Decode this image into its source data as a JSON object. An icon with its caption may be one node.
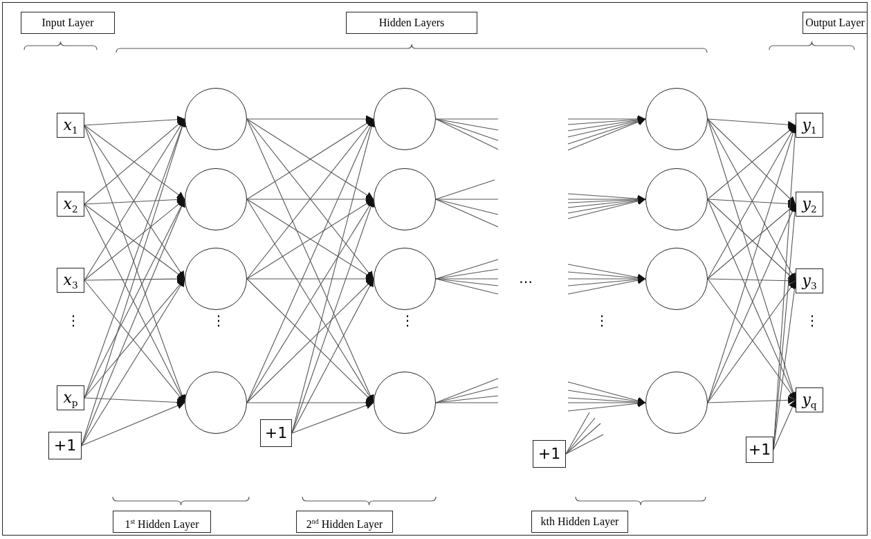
{
  "diagram": {
    "nodes": [
      {
        "text": [
          "Input Layer"
        ]
      },
      {
        "text": [
          "Hidden Layers"
        ]
      },
      {
        "text": [
          "Output Layer"
        ]
      },
      {
        "text": [
          "*x*$_{1}$"
        ]
      },
      {
        "text": [
          "*x*$_{2}$"
        ]
      },
      {
        "text": [
          "*x*$_{3}$"
        ]
      },
      {
        "text": [
          "*x*$_{p}$"
        ]
      },
      {
        "text": [
          "+1"
        ]
      },
      {
        "text": [],
        "shape": "circle"
      },
      {
        "text": [],
        "shape": "circle"
      },
      {
        "text": [],
        "shape": "circle"
      },
      {
        "text": [],
        "shape": "circle"
      },
      {
        "text": [
          "+1"
        ]
      },
      {
        "text": [],
        "shape": "circle"
      },
      {
        "text": [],
        "shape": "circle"
      },
      {
        "text": [],
        "shape": "circle"
      },
      {
        "text": [],
        "shape": "circle"
      },
      {
        "text": [
          "+1"
        ]
      },
      {
        "text": [],
        "shape": "circle"
      },
      {
        "text": [],
        "shape": "circle"
      },
      {
        "text": [],
        "shape": "circle"
      },
      {
        "text": [],
        "shape": "circle"
      },
      {
        "text": [
          "*y*$_{1}$"
        ]
      },
      {
        "text": [
          "*y*$_{2}$"
        ]
      },
      {
        "text": [
          "*y*$_{3}$"
        ]
      },
      {
        "text": [
          "*y*$_{q}$"
        ]
      },
      {
        "text": [
          "+1"
        ]
      },
      {
        "text": [
          "1$^{st}$ Hidden Layer"
        ]
      },
      {
        "text": [
          "2$^{nd}$ Hidden Layer"
        ]
      },
      {
        "text": [
          "kth Hidden Layer"
        ]
      }
    ],
    "edges": [
      {
        "from": 3,
        "to": 8,
        "arrow": "to"
      },
      {
        "from": 3,
        "to": 9,
        "arrow": "to"
      },
      {
        "from": 3,
        "to": 10,
        "arrow": "to"
      },
      {
        "from": 3,
        "to": 11,
        "arrow": "to"
      },
      {
        "from": 4,
        "to": 8,
        "arrow": "to"
      },
      {
        "from": 4,
        "to": 9,
        "arrow": "to"
      },
      {
        "from": 4,
        "to": 10,
        "arrow": "to"
      },
      {
        "from": 4,
        "to": 11,
        "arrow": "to"
      },
      {
        "from": 5,
        "to": 8,
        "arrow": "to"
      },
      {
        "from": 5,
        "to": 9,
        "arrow": "to"
      },
      {
        "from": 5,
        "to": 10,
        "arrow": "to"
      },
      {
        "from": 5,
        "to": 11,
        "arrow": "to"
      },
      {
        "from": 6,
        "to": 8,
        "arrow": "to"
      },
      {
        "from": 6,
        "to": 9,
        "arrow": "to"
      },
      {
        "from": 6,
        "to": 10,
        "arrow": "to"
      },
      {
        "from": 6,
        "to": 11,
        "arrow": "to"
      },
      {
        "from": 7,
        "to": 8,
        "arrow": "to"
      },
      {
        "from": 7,
        "to": 9,
        "arrow": "to"
      },
      {
        "from": 7,
        "to": 10,
        "arrow": "to"
      },
      {
        "from": 7,
        "to": 11,
        "arrow": "to"
      },
      {
        "from": 8,
        "to": 13,
        "arrow": "to"
      },
      {
        "from": 8,
        "to": 14,
        "arrow": "to"
      },
      {
        "from": 8,
        "to": 15,
        "arrow": "to"
      },
      {
        "from": 8,
        "to": 16,
        "arrow": "to"
      },
      {
        "from": 9,
        "to": 13,
        "arrow": "to"
      },
      {
        "from": 9,
        "to": 14,
        "arrow": "to"
      },
      {
        "from": 9,
        "to": 15,
        "arrow": "to"
      },
      {
        "from": 9,
        "to": 16,
        "arrow": "to"
      },
      {
        "from": 10,
        "to": 13,
        "arrow": "to"
      },
      {
        "from": 10,
        "to": 14,
        "arrow": "to"
      },
      {
        "from": 10,
        "to": 15,
        "arrow": "to"
      },
      {
        "from": 10,
        "to": 16,
        "arrow": "to"
      },
      {
        "from": 11,
        "to": 13,
        "arrow": "to"
      },
      {
        "from": 11,
        "to": 14,
        "arrow": "to"
      },
      {
        "from": 11,
        "to": 15,
        "arrow": "to"
      },
      {
        "from": 11,
        "to": 16,
        "arrow": "to"
      },
      {
        "from": 12,
        "to": 13,
        "arrow": "to"
      },
      {
        "from": 12,
        "to": 14,
        "arrow": "to"
      },
      {
        "from": 12,
        "to": 15,
        "arrow": "to"
      },
      {
        "from": 12,
        "to": 16,
        "arrow": "to"
      },
      {
        "from": 13,
        "to": null,
        "arrow": "none"
      },
      {
        "from": 13,
        "to": null,
        "arrow": "none"
      },
      {
        "from": 13,
        "to": null,
        "arrow": "none"
      },
      {
        "from": 13,
        "to": null,
        "arrow": "none"
      },
      {
        "from": 14,
        "to": null,
        "arrow": "none"
      },
      {
        "from": 14,
        "to": null,
        "arrow": "none"
      },
      {
        "from": 14,
        "to": null,
        "arrow": "none"
      },
      {
        "from": 14,
        "to": null,
        "arrow": "none"
      },
      {
        "from": 15,
        "to": null,
        "arrow": "none"
      },
      {
        "from": 15,
        "to": null,
        "arrow": "none"
      },
      {
        "from": 15,
        "to": null,
        "arrow": "none"
      },
      {
        "from": 15,
        "to": null,
        "arrow": "none"
      },
      {
        "from": 15,
        "to": null,
        "arrow": "none"
      },
      {
        "from": 16,
        "to": null,
        "arrow": "none"
      },
      {
        "from": 16,
        "to": null,
        "arrow": "none"
      },
      {
        "from": 16,
        "to": null,
        "arrow": "none"
      },
      {
        "from": 16,
        "to": null,
        "arrow": "none"
      },
      {
        "from": 17,
        "to": null,
        "arrow": "none"
      },
      {
        "from": 17,
        "to": null,
        "arrow": "none"
      },
      {
        "from": 17,
        "to": null,
        "arrow": "none"
      },
      {
        "from": 17,
        "to": null,
        "arrow": "none"
      },
      {
        "from": null,
        "to": 18,
        "arrow": "to"
      },
      {
        "from": null,
        "to": 18,
        "arrow": "to"
      },
      {
        "from": null,
        "to": 18,
        "arrow": "to"
      },
      {
        "from": null,
        "to": 18,
        "arrow": "to"
      },
      {
        "from": null,
        "to": 18,
        "arrow": "to"
      },
      {
        "from": null,
        "to": 18,
        "arrow": "to"
      },
      {
        "from": null,
        "to": 19,
        "arrow": "to"
      },
      {
        "from": null,
        "to": 19,
        "arrow": "to"
      },
      {
        "from": null,
        "to": 19,
        "arrow": "to"
      },
      {
        "from": null,
        "to": 19,
        "arrow": "to"
      },
      {
        "from": null,
        "to": 19,
        "arrow": "to"
      },
      {
        "from": null,
        "to": 19,
        "arrow": "to"
      },
      {
        "from": null,
        "to": 20,
        "arrow": "to"
      },
      {
        "from": null,
        "to": 20,
        "arrow": "to"
      },
      {
        "from": null,
        "to": 20,
        "arrow": "to"
      },
      {
        "from": null,
        "to": 20,
        "arrow": "to"
      },
      {
        "from": null,
        "to": 20,
        "arrow": "to"
      },
      {
        "from": null,
        "to": 21,
        "arrow": "to"
      },
      {
        "from": null,
        "to": 21,
        "arrow": "to"
      },
      {
        "from": null,
        "to": 21,
        "arrow": "to"
      },
      {
        "from": null,
        "to": 21,
        "arrow": "to"
      },
      {
        "from": null,
        "to": 21,
        "arrow": "to"
      },
      {
        "from": 18,
        "to": 22,
        "arrow": "to"
      },
      {
        "from": 18,
        "to": 23,
        "arrow": "to"
      },
      {
        "from": 18,
        "to": 24,
        "arrow": "to"
      },
      {
        "from": 18,
        "to": 25,
        "arrow": "to"
      },
      {
        "from": 19,
        "to": 22,
        "arrow": "to"
      },
      {
        "from": 19,
        "to": 23,
        "arrow": "to"
      },
      {
        "from": 19,
        "to": 24,
        "arrow": "to"
      },
      {
        "from": 19,
        "to": 25,
        "arrow": "to"
      },
      {
        "from": 20,
        "to": 22,
        "arrow": "to"
      },
      {
        "from": 20,
        "to": 23,
        "arrow": "to"
      },
      {
        "from": 20,
        "to": 24,
        "arrow": "to"
      },
      {
        "from": 20,
        "to": 25,
        "arrow": "to"
      },
      {
        "from": 21,
        "to": 22,
        "arrow": "to"
      },
      {
        "from": 21,
        "to": 23,
        "arrow": "to"
      },
      {
        "from": 21,
        "to": 24,
        "arrow": "to"
      },
      {
        "from": 21,
        "to": 25,
        "arrow": "to"
      },
      {
        "from": 26,
        "to": 22,
        "arrow": "to"
      },
      {
        "from": 26,
        "to": 23,
        "arrow": "to"
      },
      {
        "from": 26,
        "to": 24,
        "arrow": "to"
      },
      {
        "from": 26,
        "to": 25,
        "arrow": "to"
      }
    ],
    "labels": [
      "…",
      "⋮",
      "⋮",
      "⋮",
      "⋮",
      "⋮"
    ]
  }
}
